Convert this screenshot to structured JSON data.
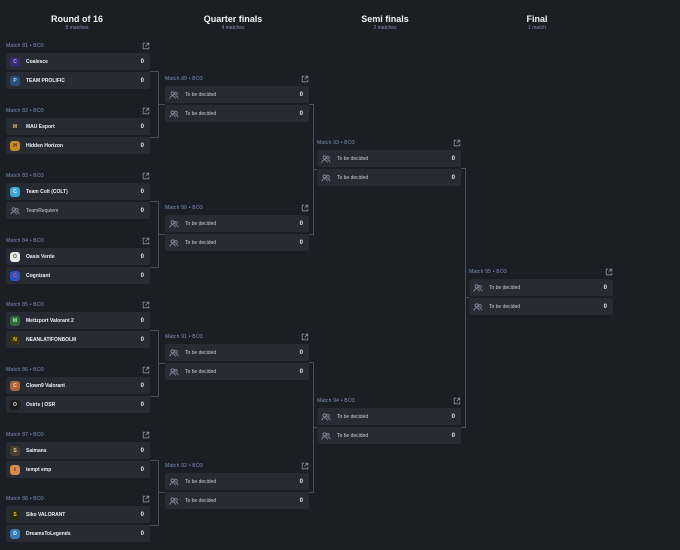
{
  "columns": [
    {
      "title": "Round of 16",
      "subtitle": "8 matches"
    },
    {
      "title": "Quarter finals",
      "subtitle": "4 matches"
    },
    {
      "title": "Semi finals",
      "subtitle": "2 matches"
    },
    {
      "title": "Final",
      "subtitle": "1 match"
    }
  ],
  "round16": [
    {
      "label": "Match 81 • BO3",
      "teams": [
        {
          "name": "Coalesce",
          "score": "0"
        },
        {
          "name": "TEAM PROLIFIC",
          "score": "0"
        }
      ]
    },
    {
      "label": "Match 82 • BO3",
      "teams": [
        {
          "name": "MAU Esport",
          "score": "0"
        },
        {
          "name": "Hidden Horizon",
          "score": "0"
        }
      ]
    },
    {
      "label": "Match 83 • BO3",
      "teams": [
        {
          "name": "Team Colt (COLT)",
          "score": "0"
        },
        {
          "name": "TeamRequiem",
          "score": "0"
        }
      ]
    },
    {
      "label": "Match 84 • BO3",
      "teams": [
        {
          "name": "Oasis Verde",
          "score": "0"
        },
        {
          "name": "Cognizant",
          "score": "0"
        }
      ]
    },
    {
      "label": "Match 85 • BO3",
      "teams": [
        {
          "name": "Mettzport Valorant 2",
          "score": "0"
        },
        {
          "name": "NEANLATIFONBOLM",
          "score": "0"
        }
      ]
    },
    {
      "label": "Match 86 • BO3",
      "teams": [
        {
          "name": "Clown9 Valorant",
          "score": "0"
        },
        {
          "name": "Osiris | OSR",
          "score": "0"
        }
      ]
    },
    {
      "label": "Match 87 • BO3",
      "teams": [
        {
          "name": "Saimans",
          "score": "0"
        },
        {
          "name": "tempt emp",
          "score": "0"
        }
      ]
    },
    {
      "label": "Match 88 • BO3",
      "teams": [
        {
          "name": "Siko VALORANT",
          "score": "0"
        },
        {
          "name": "DreamsToLegends",
          "score": "0"
        }
      ]
    }
  ],
  "quarter": [
    {
      "label": "Match 89 • BO3",
      "teams": [
        {
          "name": "To be decided",
          "score": "0"
        },
        {
          "name": "To be decided",
          "score": "0"
        }
      ]
    },
    {
      "label": "Match 90 • BO3",
      "teams": [
        {
          "name": "To be decided",
          "score": "0"
        },
        {
          "name": "To be decided",
          "score": "0"
        }
      ]
    },
    {
      "label": "Match 91 • BO3",
      "teams": [
        {
          "name": "To be decided",
          "score": "0"
        },
        {
          "name": "To be decided",
          "score": "0"
        }
      ]
    },
    {
      "label": "Match 92 • BO3",
      "teams": [
        {
          "name": "To be decided",
          "score": "0"
        },
        {
          "name": "To be decided",
          "score": "0"
        }
      ]
    }
  ],
  "semi": [
    {
      "label": "Match 93 • BO3",
      "teams": [
        {
          "name": "To be decided",
          "score": "0"
        },
        {
          "name": "To be decided",
          "score": "0"
        }
      ]
    },
    {
      "label": "Match 94 • BO3",
      "teams": [
        {
          "name": "To be decided",
          "score": "0"
        },
        {
          "name": "To be decided",
          "score": "0"
        }
      ]
    }
  ],
  "final": [
    {
      "label": "Match 95 • BO3",
      "teams": [
        {
          "name": "To be decided",
          "score": "0"
        },
        {
          "name": "To be decided",
          "score": "0"
        }
      ]
    }
  ],
  "logos": {
    "Coalesce": {
      "bg": "#3a2a6e",
      "fg": "#b89cff",
      "glyph": "C"
    },
    "TEAM PROLIFIC": {
      "bg": "#2a4f7a",
      "fg": "#9fd4ff",
      "glyph": "P"
    },
    "MAU Esport": {
      "bg": "#2b2b2b",
      "fg": "#e0c070",
      "glyph": "M"
    },
    "Hidden Horizon": {
      "bg": "#c98a2a",
      "fg": "#3a2308",
      "glyph": "H"
    },
    "Team Colt (COLT)": {
      "bg": "#3aa8d8",
      "fg": "#ffffff",
      "glyph": "C"
    },
    "Oasis Verde": {
      "bg": "#e8e8e8",
      "fg": "#1f7a3a",
      "glyph": "O"
    },
    "Cognizant": {
      "bg": "#2a54c4",
      "fg": "#ff4d6a",
      "glyph": "C"
    },
    "Mettzport Valorant 2": {
      "bg": "#2f6b3a",
      "fg": "#a6f0b0",
      "glyph": "M"
    },
    "NEANLATIFONBOLM": {
      "bg": "#3a3410",
      "fg": "#e8d040",
      "glyph": "N"
    },
    "Clown9 Valorant": {
      "bg": "#b0643a",
      "fg": "#ffe0c0",
      "glyph": "C"
    },
    "Osiris | OSR": {
      "bg": "#1a1a1a",
      "fg": "#e8e8e8",
      "glyph": "O"
    },
    "Saimans": {
      "bg": "#4a4030",
      "fg": "#e0d0a0",
      "glyph": "S"
    },
    "tempt emp": {
      "bg": "#d88a4a",
      "fg": "#4a2a10",
      "glyph": "t"
    },
    "Siko VALORANT": {
      "bg": "#2a2a10",
      "fg": "#f0d020",
      "glyph": "S"
    },
    "DreamsToLegends": {
      "bg": "#3a7ab8",
      "fg": "#e0f0ff",
      "glyph": "D"
    }
  },
  "icons": {
    "placeholder": "team-placeholder-icon",
    "external": "external-link-icon"
  },
  "colors": {
    "background": "#1a1e25",
    "row": "#262b34",
    "label": "#7f93bf",
    "connector": "#4a505b"
  }
}
